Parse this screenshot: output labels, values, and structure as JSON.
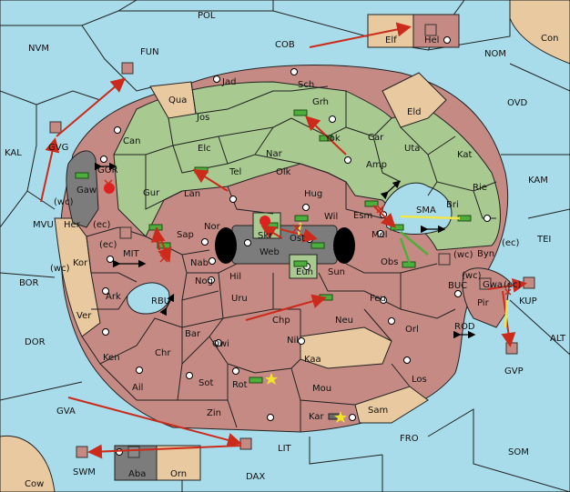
{
  "map": {
    "provinces": [
      {
        "id": "POL",
        "label": "POL"
      },
      {
        "id": "NVM",
        "label": "NVM"
      },
      {
        "id": "FUN",
        "label": "FUN"
      },
      {
        "id": "COB",
        "label": "COB"
      },
      {
        "id": "Elf",
        "label": "Elf"
      },
      {
        "id": "Hel",
        "label": "Hel"
      },
      {
        "id": "Con",
        "label": "Con"
      },
      {
        "id": "NOM",
        "label": "NOM"
      },
      {
        "id": "OVD",
        "label": "OVD"
      },
      {
        "id": "KAL",
        "label": "KAL"
      },
      {
        "id": "GVG",
        "label": "GVG"
      },
      {
        "id": "KAM",
        "label": "KAM"
      },
      {
        "id": "TEI",
        "label": "TEI"
      },
      {
        "id": "MVU",
        "label": "MVU"
      },
      {
        "id": "GOR",
        "label": "GOR"
      },
      {
        "id": "Gaw",
        "label": "Gaw"
      },
      {
        "id": "Her",
        "label": "Her"
      },
      {
        "id": "MIT",
        "label": "MIT"
      },
      {
        "id": "Kor",
        "label": "Kor"
      },
      {
        "id": "BOR",
        "label": "BOR"
      },
      {
        "id": "Ark",
        "label": "Ark"
      },
      {
        "id": "Ver",
        "label": "Ver"
      },
      {
        "id": "RBU",
        "label": "RBU"
      },
      {
        "id": "DOR",
        "label": "DOR"
      },
      {
        "id": "Ken",
        "label": "Ken"
      },
      {
        "id": "Ail",
        "label": "Ail"
      },
      {
        "id": "Chr",
        "label": "Chr"
      },
      {
        "id": "GVA",
        "label": "GVA"
      },
      {
        "id": "Jad",
        "label": "Jad"
      },
      {
        "id": "Sch",
        "label": "Sch"
      },
      {
        "id": "Qua",
        "label": "Qua"
      },
      {
        "id": "Grh",
        "label": "Grh"
      },
      {
        "id": "Jos",
        "label": "Jos"
      },
      {
        "id": "Yok",
        "label": "Yok"
      },
      {
        "id": "Car",
        "label": "Car"
      },
      {
        "id": "Eld",
        "label": "Eld"
      },
      {
        "id": "Can",
        "label": "Can"
      },
      {
        "id": "Elc",
        "label": "Elc"
      },
      {
        "id": "Nar",
        "label": "Nar"
      },
      {
        "id": "Uta",
        "label": "Uta"
      },
      {
        "id": "Kat",
        "label": "Kat"
      },
      {
        "id": "Amp",
        "label": "Amp"
      },
      {
        "id": "Tel",
        "label": "Tel"
      },
      {
        "id": "Olk",
        "label": "Olk"
      },
      {
        "id": "Rie",
        "label": "Rie"
      },
      {
        "id": "Gur",
        "label": "Gur"
      },
      {
        "id": "Lan",
        "label": "Lan"
      },
      {
        "id": "Hug",
        "label": "Hug"
      },
      {
        "id": "Bri",
        "label": "Bri"
      },
      {
        "id": "Esm",
        "label": "Esm"
      },
      {
        "id": "SMA",
        "label": "SMA"
      },
      {
        "id": "Nor",
        "label": "Nor"
      },
      {
        "id": "Wil",
        "label": "Wil"
      },
      {
        "id": "Sap",
        "label": "Sap"
      },
      {
        "id": "Skr",
        "label": "Skr"
      },
      {
        "id": "Ost",
        "label": "Ost"
      },
      {
        "id": "Mel",
        "label": "Mel"
      },
      {
        "id": "Web",
        "label": "Web"
      },
      {
        "id": "Byn",
        "label": "Byn"
      },
      {
        "id": "Nab",
        "label": "Nab"
      },
      {
        "id": "Eun",
        "label": "Eun"
      },
      {
        "id": "Obs",
        "label": "Obs"
      },
      {
        "id": "Hil",
        "label": "Hil"
      },
      {
        "id": "Sun",
        "label": "Sun"
      },
      {
        "id": "Nog",
        "label": "Nog"
      },
      {
        "id": "BUC",
        "label": "BUC"
      },
      {
        "id": "Gwa",
        "label": "Gwa"
      },
      {
        "id": "KUP",
        "label": "KUP"
      },
      {
        "id": "Uru",
        "label": "Uru"
      },
      {
        "id": "Feu",
        "label": "Feu"
      },
      {
        "id": "Pir",
        "label": "Pir"
      },
      {
        "id": "Chp",
        "label": "Chp"
      },
      {
        "id": "Neu",
        "label": "Neu"
      },
      {
        "id": "Orl",
        "label": "Orl"
      },
      {
        "id": "ROD",
        "label": "ROD"
      },
      {
        "id": "Bar",
        "label": "Bar"
      },
      {
        "id": "Qwi",
        "label": "Qwi"
      },
      {
        "id": "Nil",
        "label": "Nil"
      },
      {
        "id": "ALT",
        "label": "ALT"
      },
      {
        "id": "Kaa",
        "label": "Kaa"
      },
      {
        "id": "GVP",
        "label": "GVP"
      },
      {
        "id": "Sot",
        "label": "Sot"
      },
      {
        "id": "Rot",
        "label": "Rot"
      },
      {
        "id": "Mou",
        "label": "Mou"
      },
      {
        "id": "Los",
        "label": "Los"
      },
      {
        "id": "Zin",
        "label": "Zin"
      },
      {
        "id": "Kar",
        "label": "Kar"
      },
      {
        "id": "Sam",
        "label": "Sam"
      },
      {
        "id": "FRO",
        "label": "FRO"
      },
      {
        "id": "LIT",
        "label": "LIT"
      },
      {
        "id": "SOM",
        "label": "SOM"
      },
      {
        "id": "SWM",
        "label": "SWM"
      },
      {
        "id": "Aba",
        "label": "Aba"
      },
      {
        "id": "Orn",
        "label": "Orn"
      },
      {
        "id": "DAX",
        "label": "DAX"
      },
      {
        "id": "Cow",
        "label": "Cow"
      }
    ],
    "coast_tags": {
      "wc": "(wc)",
      "ec": "(ec)"
    }
  }
}
